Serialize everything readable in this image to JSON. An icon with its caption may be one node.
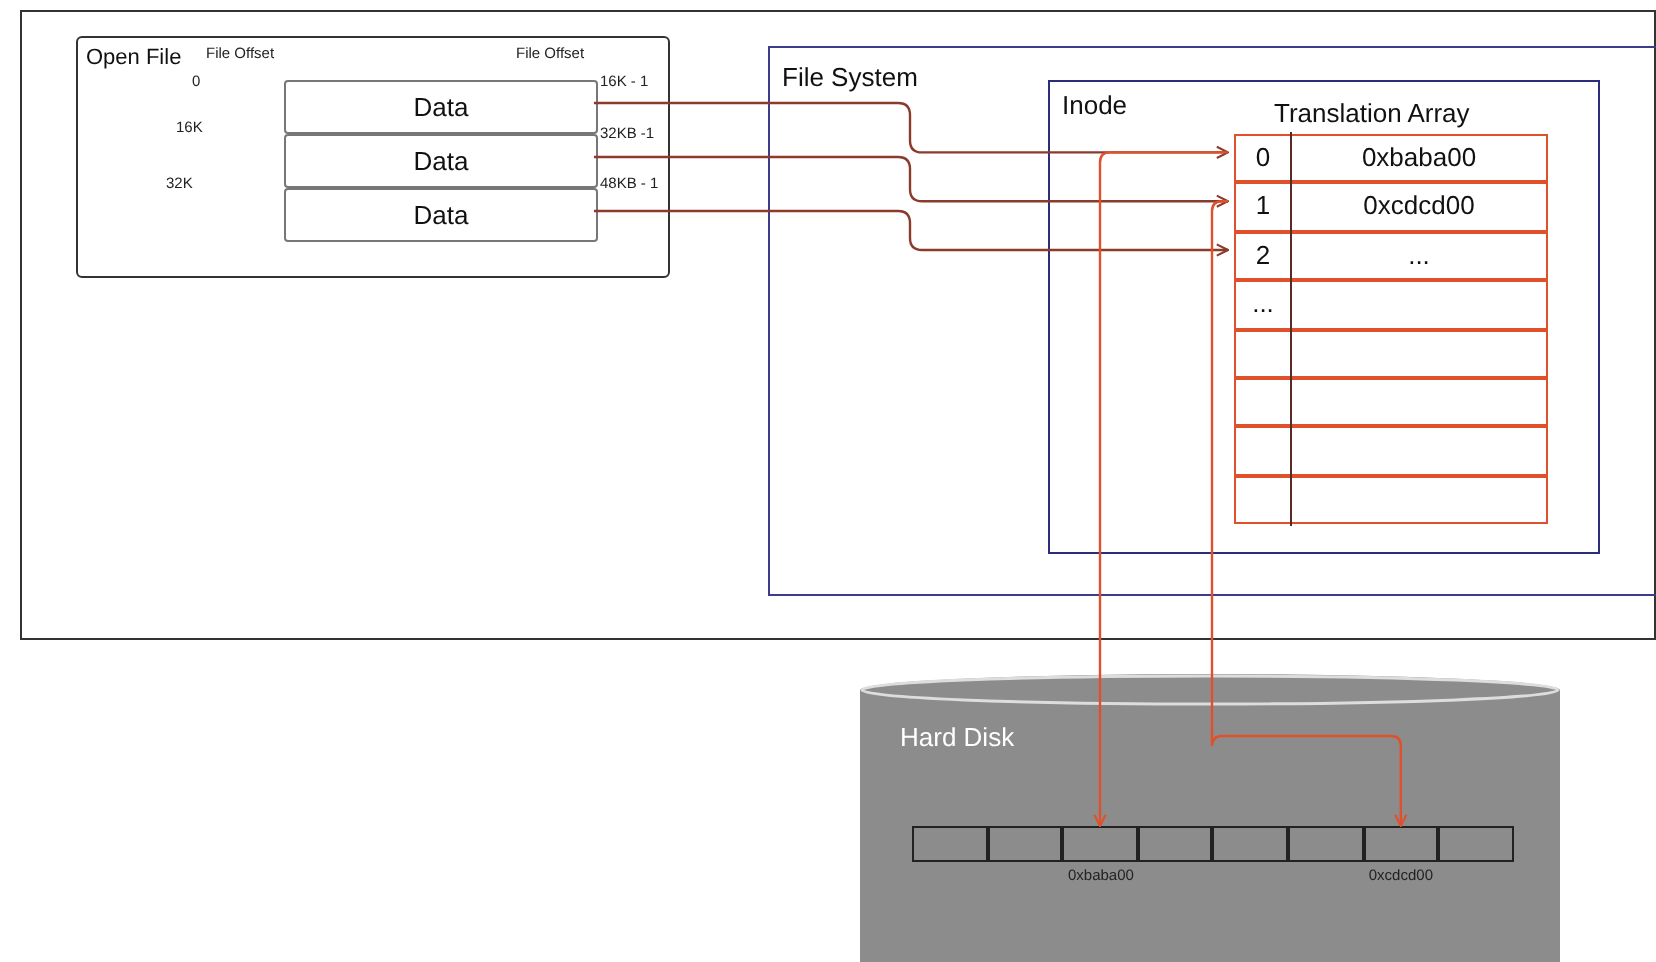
{
  "diagram": {
    "nodes": [
      {
        "text": [],
        "shape": "box"
      },
      {
        "text": [
          "Open File"
        ],
        "in": 0
      },
      {
        "text": [
          "Data"
        ],
        "in": 1
      },
      {
        "text": [
          "Data"
        ],
        "in": 1
      },
      {
        "text": [
          "Data"
        ],
        "in": 1
      },
      {
        "text": [
          "File System"
        ],
        "in": 0
      },
      {
        "text": [
          "Inode"
        ],
        "in": 5
      },
      {
        "text": [
          "Translation Array"
        ],
        "in": 6
      },
      {
        "text": [
          "0",
          "0xbaba00"
        ],
        "in": 7
      },
      {
        "text": [
          "1",
          "0xcdcd00"
        ],
        "in": 7
      },
      {
        "text": [
          "2",
          "..."
        ],
        "in": 7
      },
      {
        "text": [
          "..."
        ],
        "in": 7
      },
      {
        "text": [],
        "shape": "box",
        "in": 7
      },
      {
        "text": [],
        "shape": "box",
        "in": 7
      },
      {
        "text": [],
        "shape": "box",
        "in": 7
      },
      {
        "text": [],
        "shape": "box",
        "in": 7
      },
      {
        "text": [
          "Hard Disk"
        ]
      },
      {
        "text": [],
        "shape": "box",
        "in": 16
      },
      {
        "text": [],
        "shape": "box",
        "in": 16
      },
      {
        "text": [],
        "shape": "box",
        "in": 16,
        "beside": [
          "0xbaba00"
        ]
      },
      {
        "text": [],
        "shape": "box",
        "in": 16
      },
      {
        "text": [],
        "shape": "box",
        "in": 16
      },
      {
        "text": [],
        "shape": "box",
        "in": 16
      },
      {
        "text": [],
        "shape": "box",
        "in": 16,
        "beside": [
          "0xcdcd00"
        ]
      },
      {
        "text": [],
        "shape": "box",
        "in": 16
      }
    ],
    "edges": [
      {
        "from": 2,
        "to": 8,
        "arrow": "to"
      },
      {
        "from": 3,
        "to": 9,
        "arrow": "to"
      },
      {
        "from": 4,
        "to": 10,
        "arrow": "to"
      },
      {
        "from": 8,
        "to": 19,
        "arrow": "to",
        "color": "#e0502a"
      },
      {
        "from": 9,
        "to": 23,
        "arrow": "to",
        "color": "#e0502a"
      }
    ],
    "labels": [
      "File Offset",
      "File Offset",
      "0",
      "16K - 1",
      "16K",
      "32KB -1",
      "32K",
      "48KB - 1"
    ]
  }
}
